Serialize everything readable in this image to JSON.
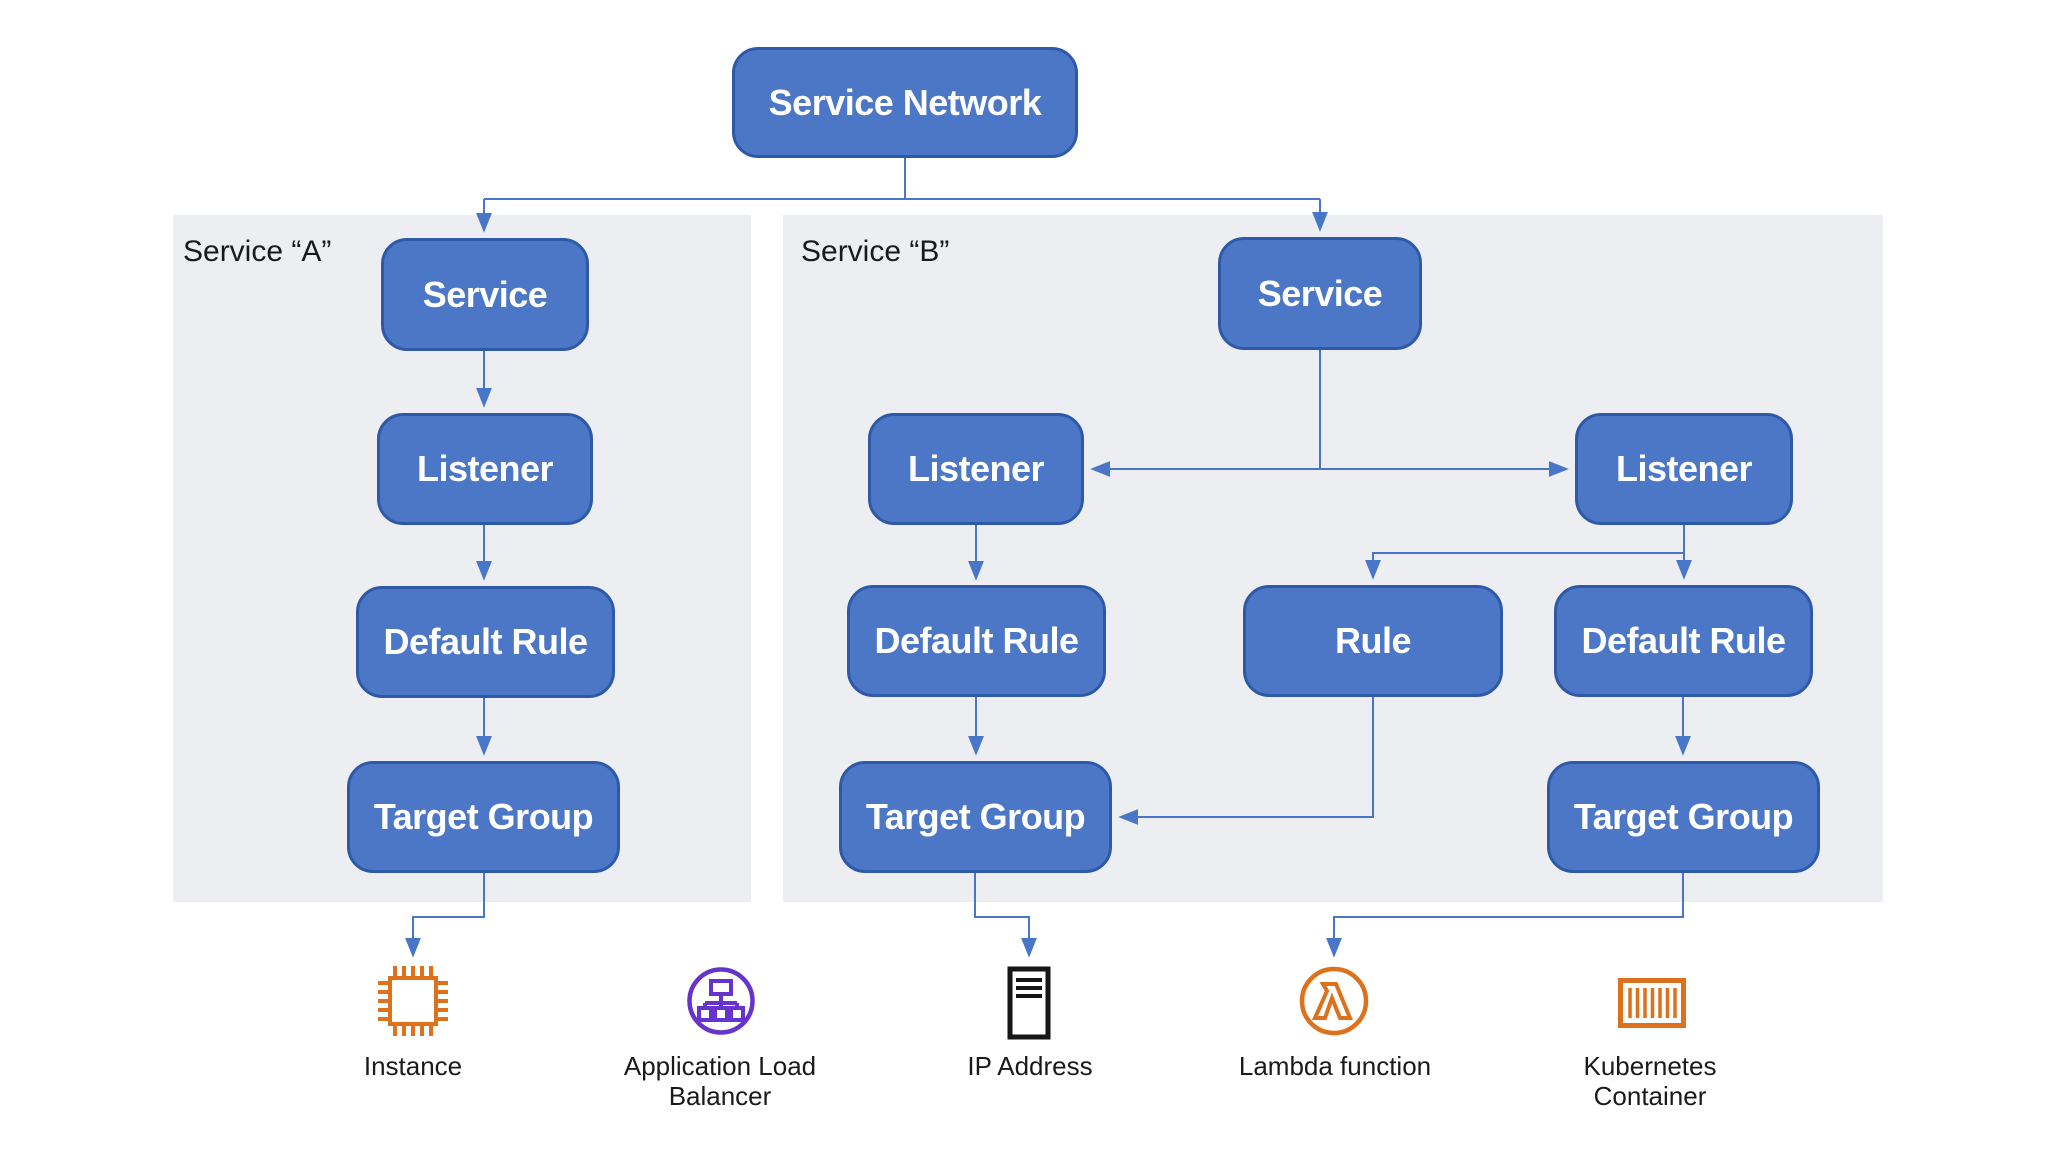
{
  "diagram_title": "Service Network",
  "nodes": {
    "service_network": "Service Network",
    "a_service": "Service",
    "a_listener": "Listener",
    "a_default_rule": "Default Rule",
    "a_target_group": "Target Group",
    "b_service": "Service",
    "b_listener_1": "Listener",
    "b_listener_2": "Listener",
    "b_default_rule_1": "Default Rule",
    "b_rule": "Rule",
    "b_default_rule_2": "Default Rule",
    "b_target_group_1": "Target Group",
    "b_target_group_2": "Target Group"
  },
  "panels": {
    "a_label": "Service “A”",
    "b_label": "Service “B”"
  },
  "targets": {
    "instance": "Instance",
    "application_load_balancer": "Application Load Balancer",
    "ip_address": "IP Address",
    "lambda_function": "Lambda function",
    "kubernetes_container": "Kubernetes Container"
  },
  "colors": {
    "node_fill": "#4b77c6",
    "node_border": "#2e59a7",
    "panel_bg": "#edeef2",
    "connector": "#4876c8",
    "aws_orange": "#de711b",
    "alb_purple": "#6633cc",
    "icon_black": "#161616",
    "node_text": "#ffffff",
    "label_text": "#1a1a1a",
    "page_bg": "#ffffff"
  }
}
